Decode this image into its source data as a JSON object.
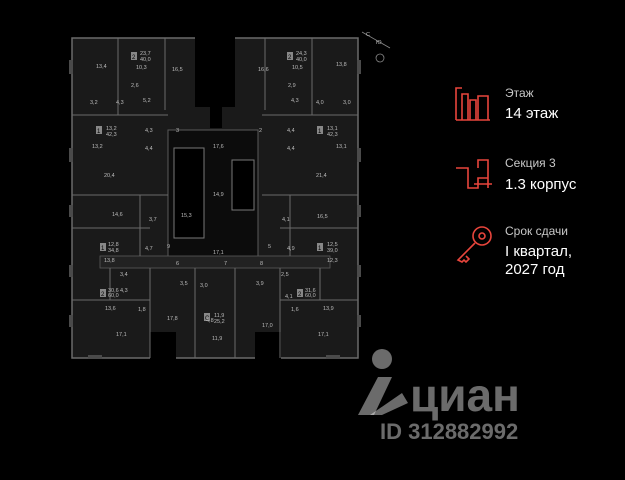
{
  "floor": {
    "label": "Этаж",
    "value": "14 этаж"
  },
  "section": {
    "label": "Секция 3",
    "value": "1.3 корпус"
  },
  "deadline": {
    "label": "Срок сдачи",
    "value_line1": "I квартал,",
    "value_line2": "2027 год"
  },
  "compass": [
    "С",
    "Ю"
  ],
  "watermark": {
    "brand": "циан",
    "id": "ID 312882992"
  },
  "accent_color": "#e8453c",
  "plan_labels": [
    "23,7",
    "40,0",
    "10,3",
    "16,5",
    "13,4",
    "24,3",
    "40,0",
    "10,5",
    "16,6",
    "13,8",
    "2,6",
    "2,9",
    "3,2",
    "4,3",
    "5,2",
    "4,3",
    "4,0",
    "3,0",
    "13,2",
    "42,3",
    "4,3",
    "13,2",
    "4,4",
    "3",
    "2",
    "17,6",
    "4,4",
    "13,1",
    "42,3",
    "13,1",
    "4,4",
    "20,4",
    "21,4",
    "14,9",
    "14,6",
    "3,7",
    "15,3",
    "4,1",
    "16,5",
    "12,8",
    "34,8",
    "13,8",
    "4,7",
    "9",
    "17,1",
    "5",
    "4,9",
    "12,5",
    "39,0",
    "12,3",
    "6",
    "7",
    "8",
    "3,4",
    "4,3",
    "3,5",
    "3,0",
    "3,9",
    "2,5",
    "4,1",
    "30,6",
    "60,0",
    "13,6",
    "1,8",
    "17,8",
    "4,8",
    "11,9",
    "25,2",
    "17,0",
    "1,6",
    "31,6",
    "60,0",
    "13,9",
    "17,1",
    "11,9",
    "17,1"
  ],
  "badges": [
    "2",
    "2",
    "1",
    "1",
    "1",
    "1",
    "2",
    "2",
    "С"
  ]
}
